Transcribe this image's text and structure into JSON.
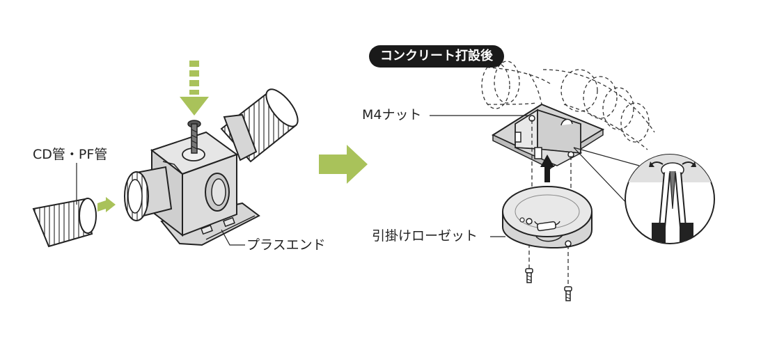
{
  "labels": {
    "cd_pf_pipe": "CD管・PF管",
    "plus_end": "プラスエンド",
    "badge": "コンクリート打設後",
    "m4_nut": "M4ナット",
    "rosette": "引掛けローゼット"
  },
  "colors": {
    "accent": "#a9c25a",
    "gray_fill": "#d6d6d6",
    "outline": "#222222",
    "badge_bg": "#1a1a1a"
  },
  "icons": [
    "down-arrow-icon",
    "right-arrow-icon",
    "up-arrow-icon",
    "rotate-arrow-icon"
  ]
}
